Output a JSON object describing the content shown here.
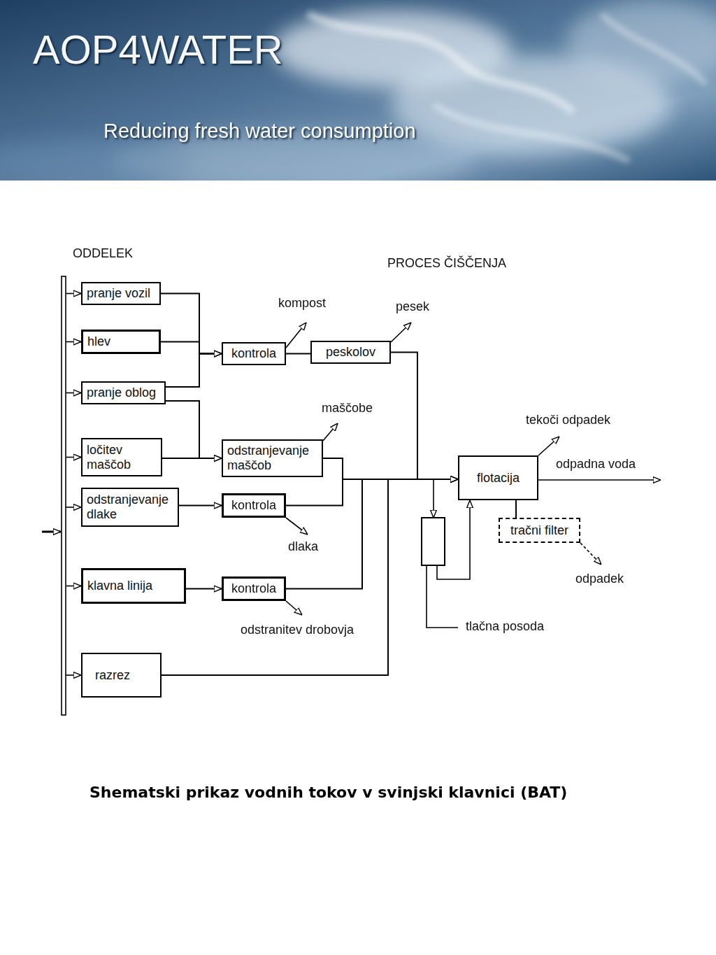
{
  "diagram": {
    "caption": "Shematski prikaz vodnih tokov v svinjski klavnici (BAT)",
    "nodes": [
      {
        "text": [
          "pranje vozil"
        ]
      },
      {
        "text": [
          "hlev"
        ]
      },
      {
        "text": [
          "pranje oblog"
        ]
      },
      {
        "text": [
          "ločitev maščob"
        ]
      },
      {
        "text": [
          "odstranjevanje dlake"
        ]
      },
      {
        "text": [
          "klavna linija"
        ]
      },
      {
        "text": [
          "razrez"
        ]
      },
      {
        "text": [
          "kontrola"
        ]
      },
      {
        "text": [
          "peskolov"
        ]
      },
      {
        "text": [
          "odstranjevanje maščob"
        ]
      },
      {
        "text": [
          "kontrola"
        ]
      },
      {
        "text": [
          "kontrola"
        ]
      },
      {
        "text": [
          "flotacija"
        ]
      },
      {
        "text": [
          "tračni filter"
        ]
      }
    ],
    "edges": [
      {
        "from": 0,
        "to": 7,
        "arrow": "to"
      },
      {
        "from": 1,
        "to": 7,
        "arrow": "to"
      },
      {
        "from": 2,
        "to": 7,
        "arrow": "to"
      },
      {
        "from": 2,
        "to": 9,
        "arrow": "to"
      },
      {
        "from": 3,
        "to": 9,
        "arrow": "to"
      },
      {
        "from": 4,
        "to": 10,
        "arrow": "to"
      },
      {
        "from": 5,
        "to": 11,
        "arrow": "to"
      },
      {
        "from": 7,
        "to": 8,
        "arrow": "none"
      },
      {
        "from": 8,
        "to": 12,
        "arrow": "to"
      },
      {
        "from": 9,
        "to": 12,
        "arrow": "to"
      },
      {
        "from": 10,
        "to": 12,
        "arrow": "to"
      },
      {
        "from": 11,
        "to": 12,
        "arrow": "to"
      },
      {
        "from": 6,
        "to": 12,
        "arrow": "to"
      },
      {
        "from": 12,
        "to": 13,
        "arrow": "none"
      }
    ],
    "labels": [
      "AOP4WATER",
      "Reducing fresh water consumption",
      "ODDELEK",
      "PROCES ČIŠČENJA",
      "kompost",
      "pesek",
      "maščobe",
      "tekoči odpadek",
      "odpadna voda",
      "dlaka",
      "odpadek",
      "odstranitev drobovja",
      "tlačna posoda"
    ]
  }
}
